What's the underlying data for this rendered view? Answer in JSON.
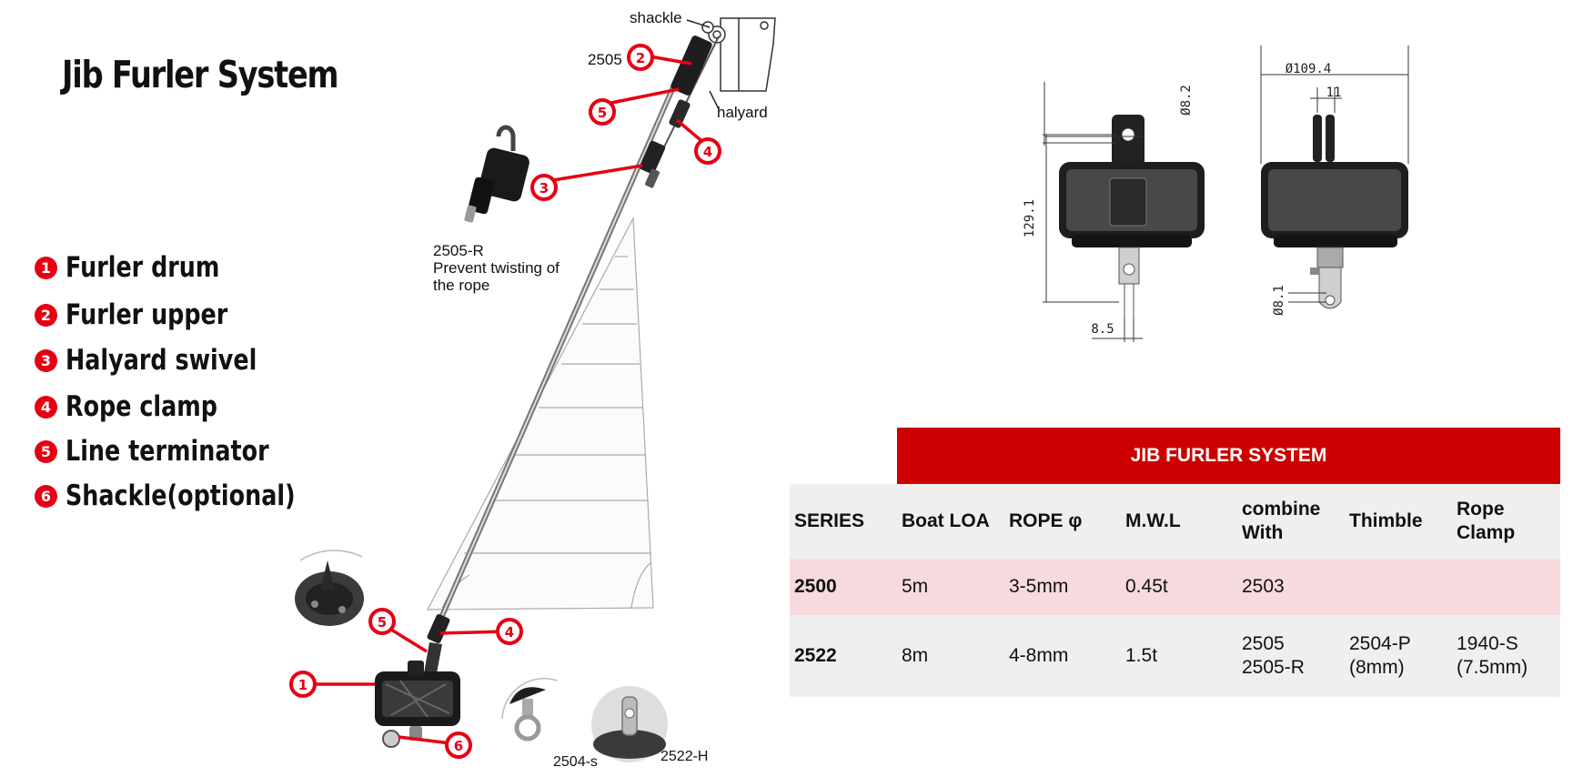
{
  "title": "Jib Furler System",
  "legend": [
    {
      "num": "1",
      "label": "Furler drum"
    },
    {
      "num": "2",
      "label": "Furler upper"
    },
    {
      "num": "3",
      "label": "Halyard swivel"
    },
    {
      "num": "4",
      "label": "Rope clamp"
    },
    {
      "num": "5",
      "label": "Line terminator"
    },
    {
      "num": "6",
      "label": "Shackle(optional)"
    }
  ],
  "callouts": {
    "shackle": "shackle",
    "halyard": "halyard",
    "part_2505": "2505",
    "part_2505r": "2505-R",
    "part_2505r_desc1": "Prevent twisting of",
    "part_2505r_desc2": "the rope",
    "part_2504s": "2504-s",
    "part_2522h": "2522-H"
  },
  "markers": [
    "1",
    "2",
    "3",
    "4",
    "5",
    "6"
  ],
  "dimensions": {
    "d_109": "Ø109.4",
    "d_11": "11",
    "d_82": "Ø8.2",
    "d_129": "129.1",
    "d_81": "Ø8.1",
    "d_85": "8.5"
  },
  "table": {
    "header": "JIB FURLER SYSTEM",
    "columns": [
      "SERIES",
      "Boat LOA",
      "ROPE φ",
      "M.W.L",
      "combine With",
      "Thimble",
      "Rope Clamp"
    ],
    "rows": [
      {
        "series": "2500",
        "loa": "5m",
        "rope": "3-5mm",
        "mwl": "0.45t",
        "combine": "2503",
        "thimble": "",
        "clamp": ""
      },
      {
        "series": "2522",
        "loa": "8m",
        "rope": "4-8mm",
        "mwl": "1.5t",
        "combine": "2505\n2505-R",
        "thimble": "2504-P\n(8mm)",
        "clamp": "1940-S\n(7.5mm)"
      }
    ]
  },
  "colors": {
    "accent": "#cc0000",
    "marker": "#e60012",
    "row_pink": "#f7dadd",
    "row_grey": "#efefef"
  }
}
